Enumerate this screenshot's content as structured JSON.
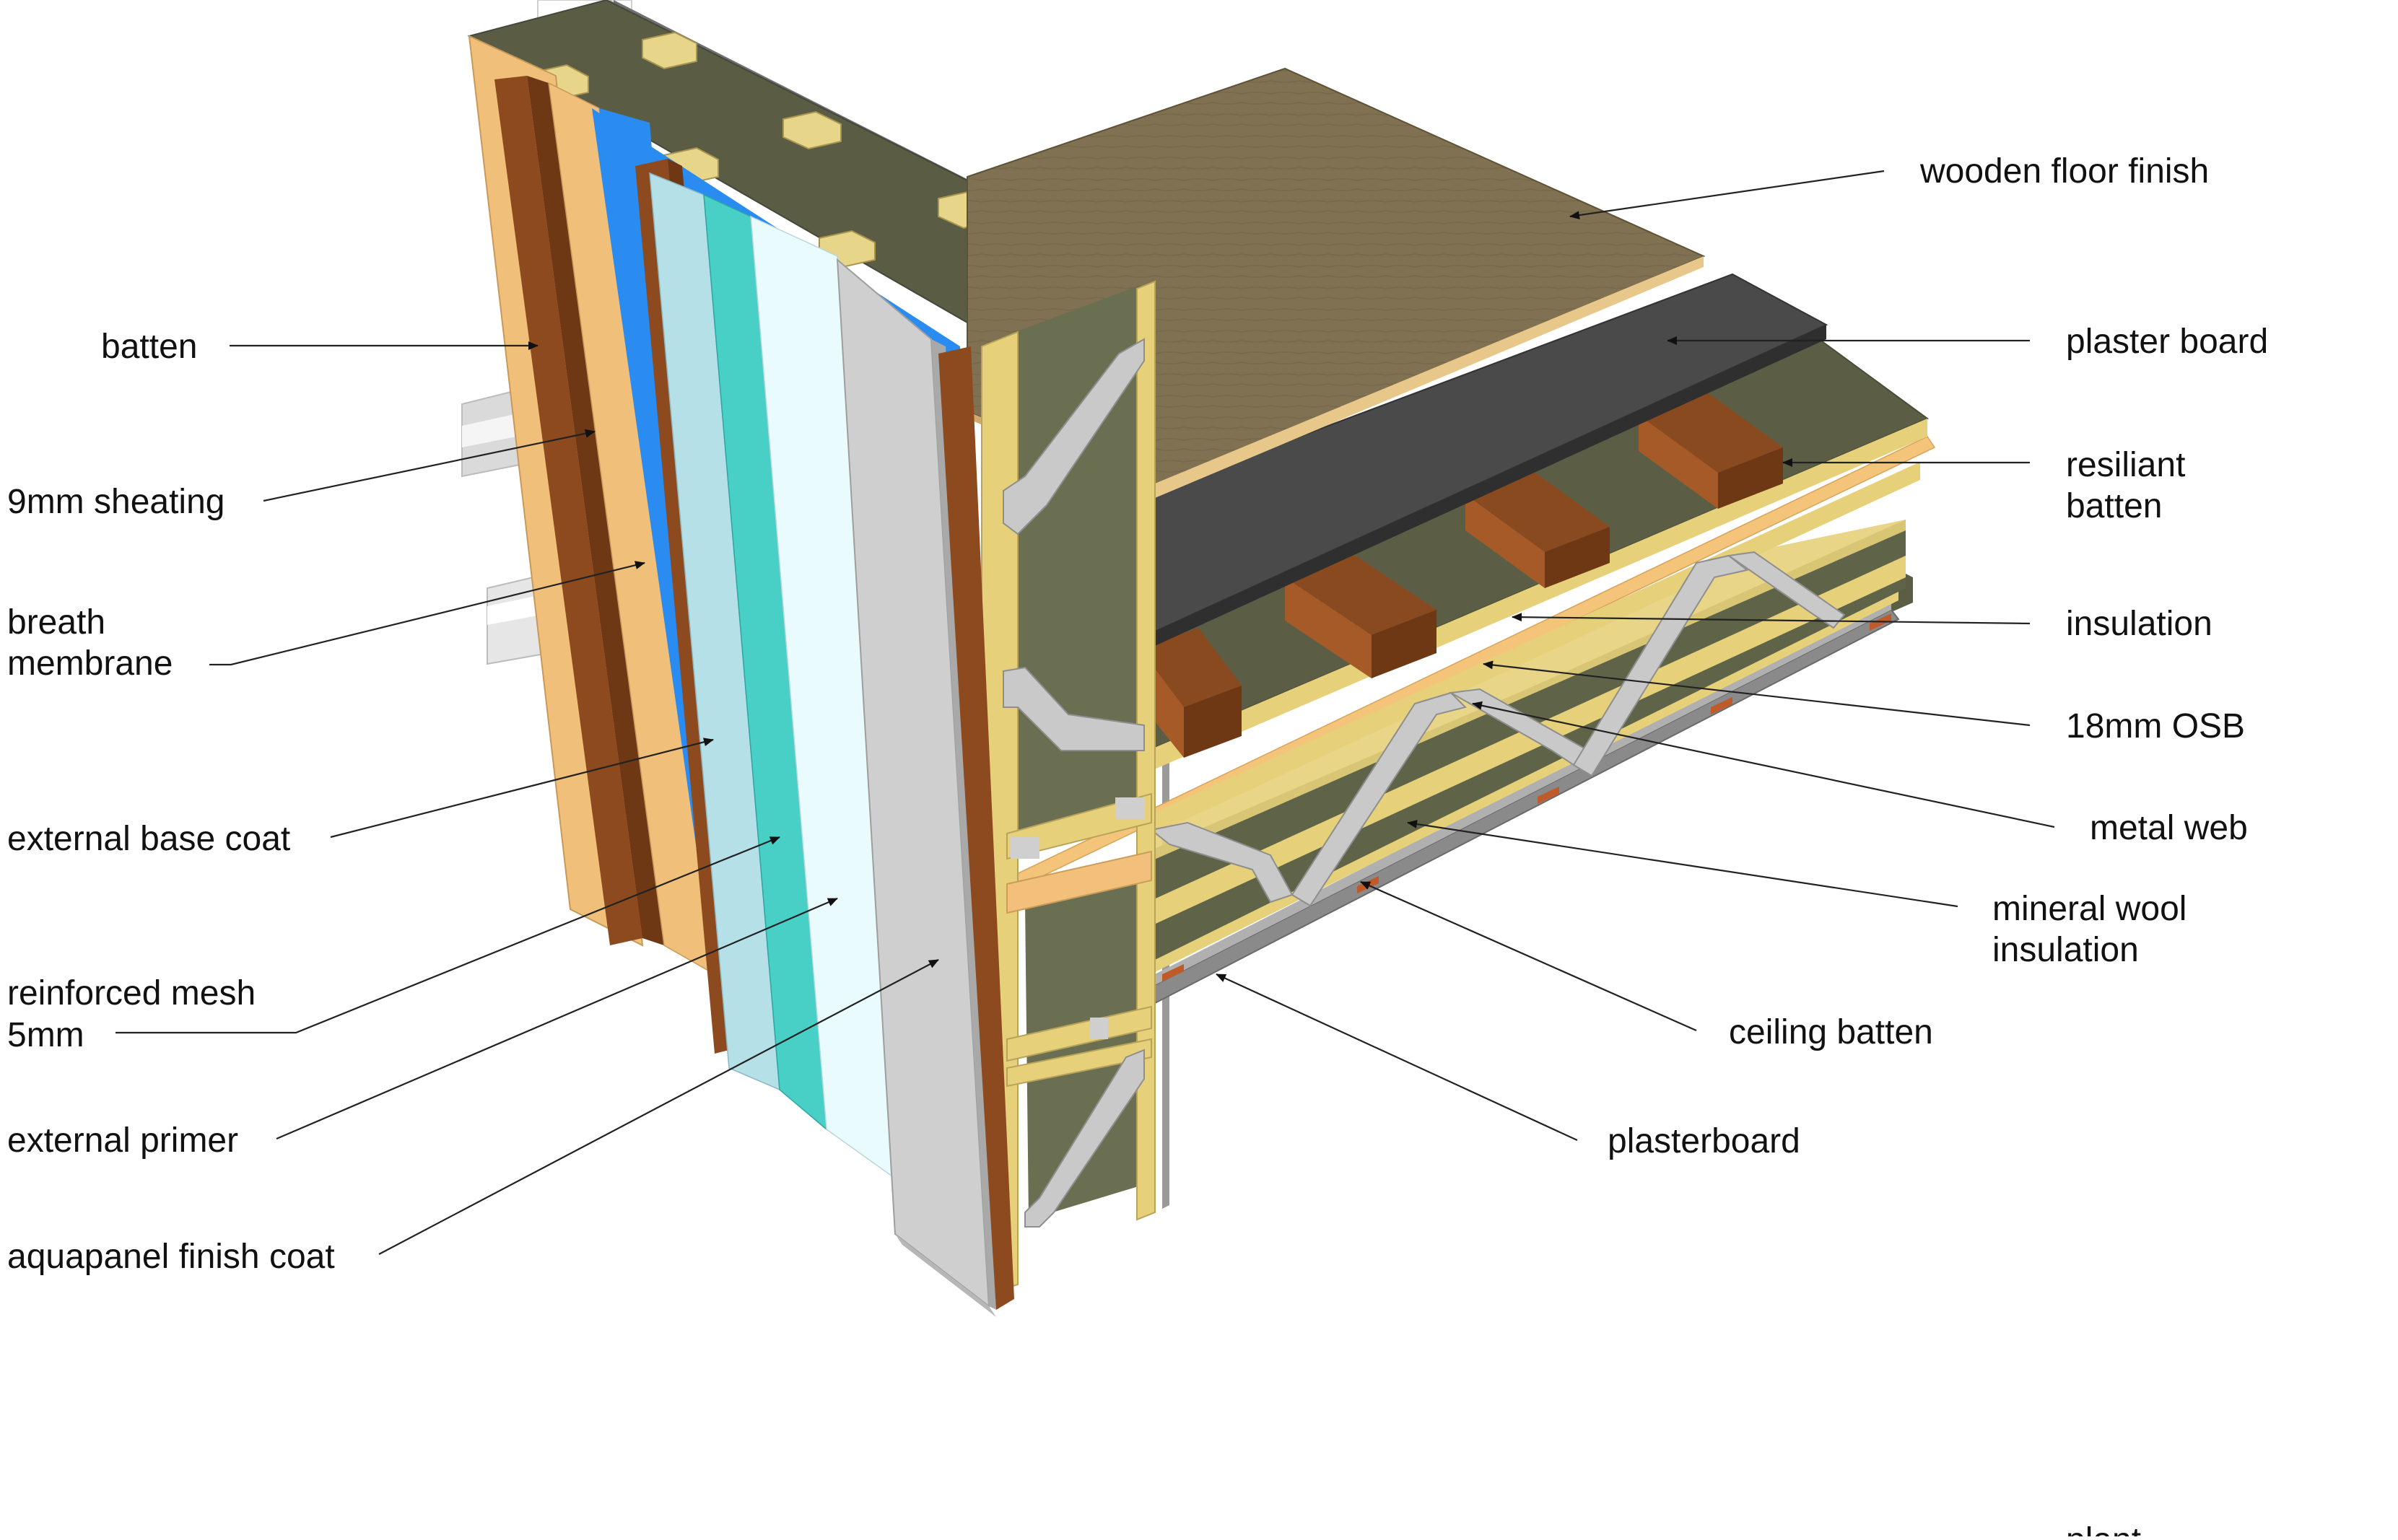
{
  "labels": {
    "batten": "batten",
    "sheathing": "9mm sheating",
    "breath_1": "breath",
    "breath_2": "membrane",
    "base_coat": "external base coat",
    "mesh_1": "reinforced mesh",
    "mesh_2": "5mm",
    "primer": "external primer",
    "finish_coat": "aquapanel finish coat",
    "wooden_floor": "wooden floor finish",
    "plaster_board": "plaster board",
    "resiliant_1": "resiliant",
    "resiliant_2": "batten",
    "insulation": "insulation",
    "osb": "18mm OSB",
    "metal_web": "metal web",
    "mineral_1": "mineral wool",
    "mineral_2": "insulation",
    "ceiling_batten": "ceiling batten",
    "plasterboard": "plasterboard",
    "plant": "plant"
  },
  "colors": {
    "floor_finish": "#807152",
    "floor_edge": "#e8c78a",
    "plaster": "#4a4a4a",
    "olive_insulation": "#5b5e45",
    "batten_brown": "#8a4a20",
    "timber_yellow": "#e6d07a",
    "osb_orange": "#f2c07a",
    "membrane_blue": "#2a8cf0",
    "base_coat": "#b5e0e8",
    "mesh_teal": "#48cfc6",
    "primer": "#eafbfd",
    "finish_coat": "#cfcfcf",
    "web_grey": "#c8c8c8"
  }
}
